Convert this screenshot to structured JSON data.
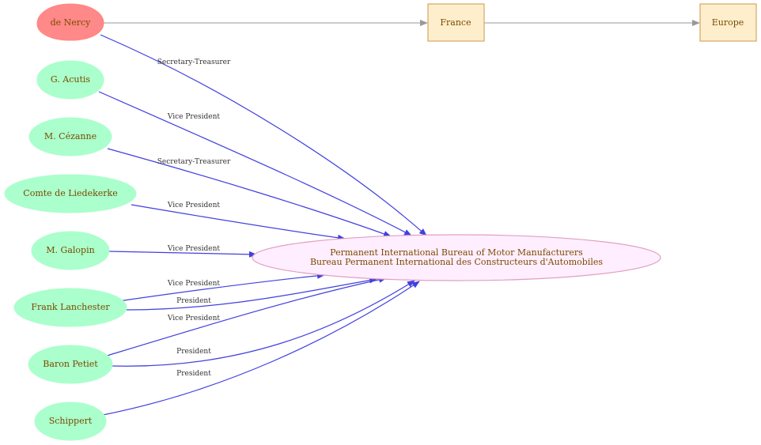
{
  "colors": {
    "person_fill": "#aaffcc",
    "highlight_fill": "#ff8888",
    "org_fill": "#ffeeff",
    "org_stroke": "#e0a0c0",
    "place_fill": "#ffeecc",
    "place_stroke": "#d4a860",
    "edge_blue": "#4040e0",
    "edge_gray": "#999999"
  },
  "nodes": {
    "de_nercy": "de Nercy",
    "acutis": "G. Acutis",
    "cezanne": "M. Cézanne",
    "liedekerke": "Comte de Liedekerke",
    "galopin": "M. Galopin",
    "lanchester": "Frank Lanchester",
    "petiet": "Baron Petiet",
    "schippert": "Schippert",
    "bureau_line1": "Permanent International Bureau of Motor Manufacturers",
    "bureau_line2": "Bureau Permanent International des Constructeurs d'Automobiles",
    "france": "France",
    "europe": "Europe"
  },
  "edges": {
    "de_nercy": "Secretary-Treasurer",
    "acutis": "Vice President",
    "cezanne": "Secretary-Treasurer",
    "liedekerke": "Vice President",
    "galopin": "Vice President",
    "lanchester_vp": "Vice President",
    "lanchester_pres": "President",
    "petiet_vp": "Vice President",
    "petiet_pres": "President",
    "schippert": "President"
  }
}
